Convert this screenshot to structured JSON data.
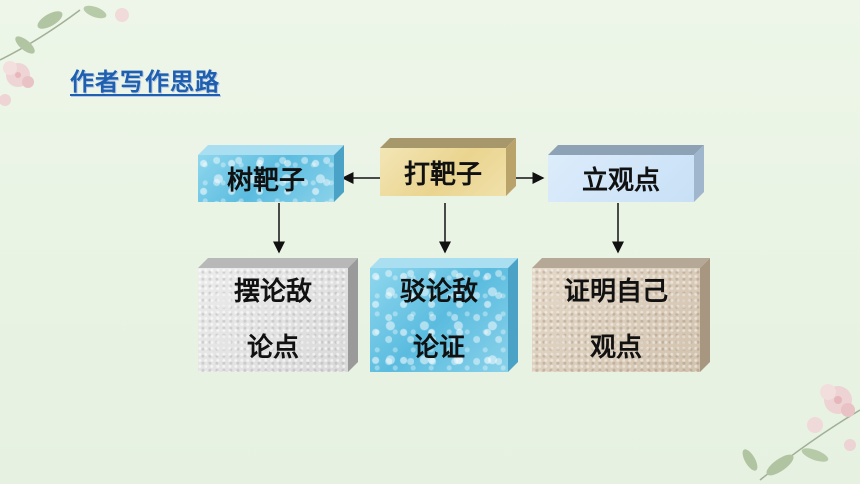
{
  "title": "作者写作思路",
  "top_row": {
    "left": "树靶子",
    "center": "打靶子",
    "right": "立观点"
  },
  "bottom_row": {
    "left": [
      "摆论敌",
      "论点"
    ],
    "center": [
      "驳论敌",
      "论证"
    ],
    "right": [
      "证明自己",
      "观点"
    ]
  },
  "colors": {
    "title": "#1f5fb0",
    "background": "#e9f4e4"
  }
}
